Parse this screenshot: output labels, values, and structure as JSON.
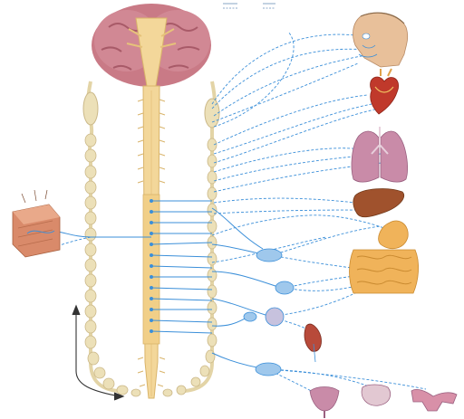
{
  "legend": {
    "items": [
      {
        "label": "",
        "style": "solid"
      },
      {
        "label": "",
        "style": "dashed"
      }
    ]
  },
  "colors": {
    "background": "#ffffff",
    "nerve": "#3b8fd9",
    "nerve_light": "#7fb6e8",
    "spinal_cord": "#f3d79a",
    "spinal_cord_dark": "#d9b46a",
    "ganglion_chain": "#ece0b8",
    "brain": "#c97a86",
    "brain_dark": "#a85a68",
    "skin": "#d98a6a",
    "organ_red": "#c0392b",
    "organ_pink": "#c98ba8",
    "liver": "#a0522d",
    "intestine": "#f0b35a",
    "arrow": "#333333"
  },
  "structures": [
    {
      "name": "brain",
      "icon": "brain-icon"
    },
    {
      "name": "spinal-cord",
      "icon": "spinal-cord-icon"
    },
    {
      "name": "sympathetic-chain-left",
      "icon": "ganglion-chain-icon"
    },
    {
      "name": "sympathetic-chain-right",
      "icon": "ganglion-chain-icon"
    },
    {
      "name": "skin",
      "icon": "skin-block-icon"
    },
    {
      "name": "head",
      "icon": "head-icon"
    },
    {
      "name": "heart",
      "icon": "heart-icon"
    },
    {
      "name": "lungs",
      "icon": "lungs-icon"
    },
    {
      "name": "liver",
      "icon": "liver-icon"
    },
    {
      "name": "stomach-intestines",
      "icon": "intestines-icon"
    },
    {
      "name": "adrenal-kidney",
      "icon": "kidney-icon"
    },
    {
      "name": "bladder",
      "icon": "bladder-icon"
    },
    {
      "name": "reproductive-organs",
      "icon": "reproductive-icon"
    },
    {
      "name": "collateral-ganglia",
      "icon": "ganglion-icon"
    }
  ]
}
